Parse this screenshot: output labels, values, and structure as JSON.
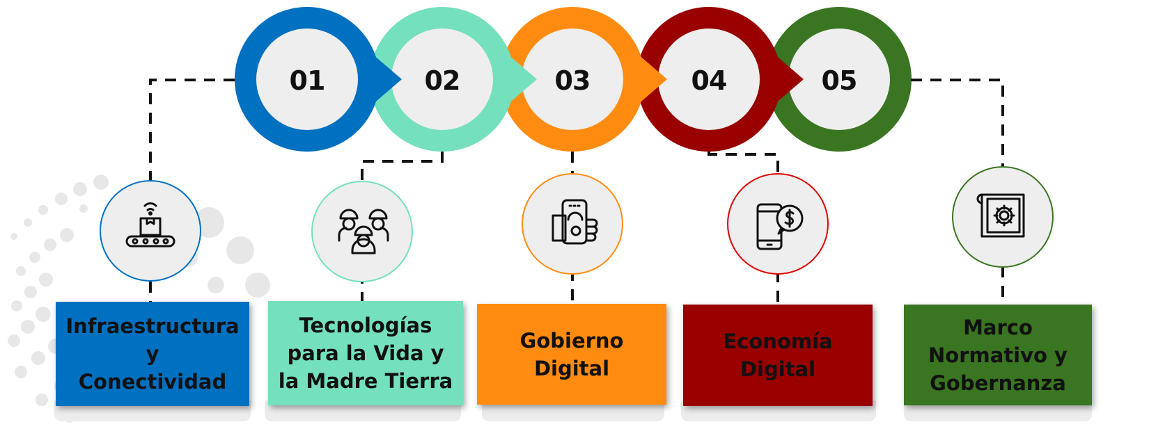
{
  "colors": {
    "blue": "#0070c0",
    "mint": "#74e0bd",
    "orange": "#ff8c10",
    "darkred": "#990000",
    "green": "#3a7522",
    "circle_fill": "#eeeeee",
    "connector": "#111111"
  },
  "steps": [
    {
      "number": "01",
      "label": "Infraestructura\ny\nConectividad",
      "icon": "conveyor-wifi-box-icon"
    },
    {
      "number": "02",
      "label": "Tecnologías\npara la Vida y\nla Madre Tierra",
      "icon": "workers-team-icon"
    },
    {
      "number": "03",
      "label": "Gobierno\nDigital",
      "icon": "phone-in-hand-icon"
    },
    {
      "number": "04",
      "label": "Economía\nDigital",
      "icon": "phone-dollar-icon"
    },
    {
      "number": "05",
      "label": "Marco\nNormativo y\nGobernanza",
      "icon": "blueprint-gear-icon"
    }
  ]
}
